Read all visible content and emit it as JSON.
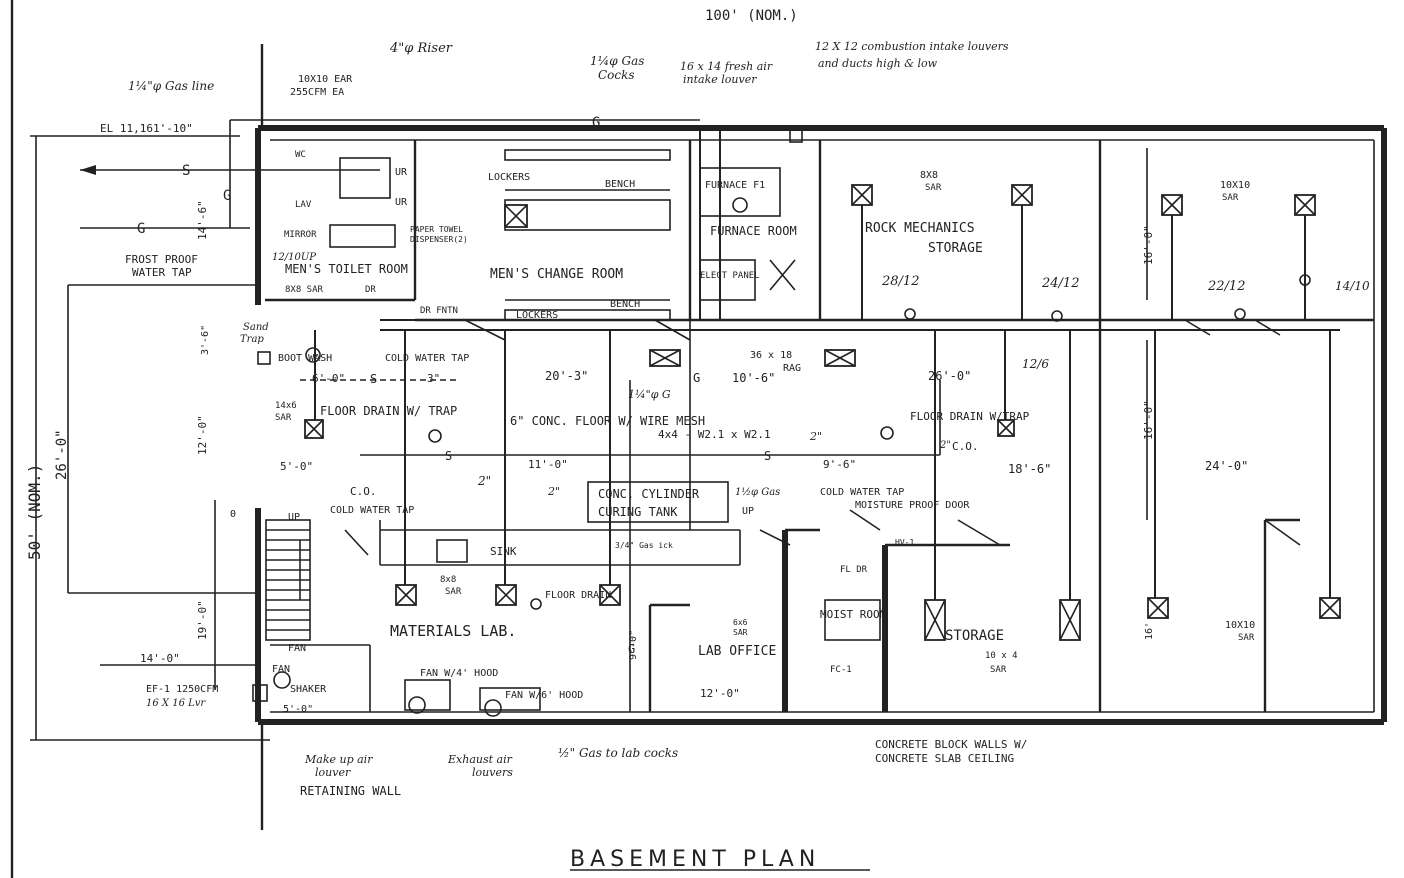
{
  "drawing": {
    "title": "BASEMENT PLAN",
    "top_dimension": "100' (NOM.)",
    "left_dimension": "50' (NOM.)",
    "left_inner_dimension": "26'-0\""
  },
  "rooms": {
    "mens_toilet": "MEN'S TOILET ROOM",
    "mens_change": "MEN'S CHANGE ROOM",
    "furnace_room": "FURNACE ROOM",
    "furnace": "FURNACE F1",
    "rock_mechanics": "ROCK MECHANICS",
    "rock_mechanics_2": "STORAGE",
    "materials_lab": "MATERIALS LAB.",
    "lab_office": "LAB OFFICE",
    "moist_room": "MOIST ROOM",
    "storage": "STORAGE",
    "elect_panel": "ELECT PANEL"
  },
  "notes": {
    "gas_line": "1¼\"φ Gas line",
    "el": "EL 11,161'-10\"",
    "riser": "4\"φ Riser",
    "ear": "10X10 EAR",
    "ear_cfm": "255CFM EA",
    "gas_cocks": "1¼φ Gas",
    "gas_cocks_2": "Cocks",
    "fresh_air": "16 x 14 fresh air",
    "fresh_air_2": "intake louver",
    "combustion": "12 X 12 combustion intake louvers",
    "combustion_2": "and ducts high & low",
    "frost_proof": "FROST PROOF",
    "water_tap": "WATER TAP",
    "lockers": "LOCKERS",
    "bench": "BENCH",
    "paper_towel": "PAPER TOWEL",
    "dispenser": "DISPENSER(2)",
    "mirror": "MIRROR",
    "up_label": "12/10UP",
    "sar_8x8_toilet": "8X8 SAR",
    "dr": "DR",
    "sand_trap": "Sand",
    "sand_trap_2": "Trap",
    "boot_wash": "BOOT WASH",
    "cold_water_tap": "COLD WATER TAP",
    "dr_fntn": "DR FNTN",
    "duct_36x18": "36 x 18",
    "rag": "RAG",
    "gas_1q": "1¼\"φ G",
    "floor_drain_trap": "FLOOR DRAIN W/ TRAP",
    "floor_note": "6\" CONC. FLOOR W/ WIRE MESH",
    "floor_note_2": "4x4 - W2.1 x W2.1",
    "floor_drain_trap_2": "FLOOR DRAIN W/TRAP",
    "co": "C.O.",
    "co_2": "C.O.",
    "sar_14x6": "14x6",
    "sar_word": "SAR",
    "cylinder_tank": "CONC. CYLINDER",
    "cylinder_tank_2": "CURING TANK",
    "gas_up": "1½φ Gas",
    "gas_up_2": "UP",
    "sink": "SINK",
    "gas_ick": "3/4\" Gas ick",
    "floor_drain": "FLOOR DRAIN",
    "sar_8x8_lab": "8x8",
    "sar_8x8_lab_2": "SAR",
    "cold_water_tap_2": "COLD WATER TAP",
    "moisture_door": "MOISTURE PROOF DOOR",
    "fan": "FAN",
    "fan_2": "FAN",
    "shaker": "SHAKER",
    "ef1": "EF-1  1250CFM",
    "ef1_louver": "16 X 16 Lvr",
    "fan_hood_4": "FAN W/4' HOOD",
    "fan_hood_6": "FAN W/6' HOOD",
    "make_up_air": "Make up air",
    "louver": "louver",
    "exhaust_air": "Exhaust air",
    "louvers": "louvers",
    "gas_lab": "½\" Gas to lab cocks",
    "retaining_wall": "RETAINING WALL",
    "concrete_block": "CONCRETE BLOCK WALLS W/",
    "concrete_slab": "CONCRETE SLAB CEILING",
    "sar_6x6": "6x6",
    "sar_6x6_2": "SAR",
    "sar_10x4": "10 x 4",
    "sar_10x4_2": "SAR",
    "sar_8x8_rock": "8X8",
    "sar_8x8_rock_2": "SAR",
    "sar_10x10_top": "10X10",
    "sar_10x10_top_2": "SAR",
    "sar_10x10_bot": "10X10",
    "sar_10x10_bot_2": "SAR",
    "fl_dr": "FL DR",
    "hv1": "HV-1",
    "fc1": "FC-1",
    "up_stair": "UP",
    "wc": "WC",
    "ur_m": "UR",
    "ur_6": "UR",
    "lav": "LAV"
  },
  "ducts": {
    "d28": "28/12",
    "d24": "24/12",
    "d22": "22/12",
    "d14": "14/10",
    "d12": "12/6",
    "d2": "2\"",
    "d2b": "2\"",
    "d2c": "2\"",
    "d2d": "2\""
  },
  "dimensions": {
    "d20_3": "20'-3\"",
    "d10_6": "10'-6\"",
    "d26_0": "26'-0\"",
    "d18_6": "18'-6\"",
    "d24_0": "24'-0\"",
    "d16_0a": "16'-0\"",
    "d16_0b": "16'-0\"",
    "d12_0": "12'-0\"",
    "d12_0b": "12'-0\"",
    "d14_6": "14'-6\"",
    "d3_6": "3'-6\"",
    "d6_0": "6'-0\"",
    "d3": "3\"",
    "d5_0": "5'-0\"",
    "d5_0b": "5'-0\"",
    "d11_0": "11'-0\"",
    "d9_6": "9'-6\"",
    "d19_0": "19'-0\"",
    "d14_0": "14'-0\"",
    "d9_0": "9'-0\"",
    "d16": "16'",
    "d0": "0"
  },
  "lines": {
    "gas": "G",
    "sewer": "S"
  }
}
